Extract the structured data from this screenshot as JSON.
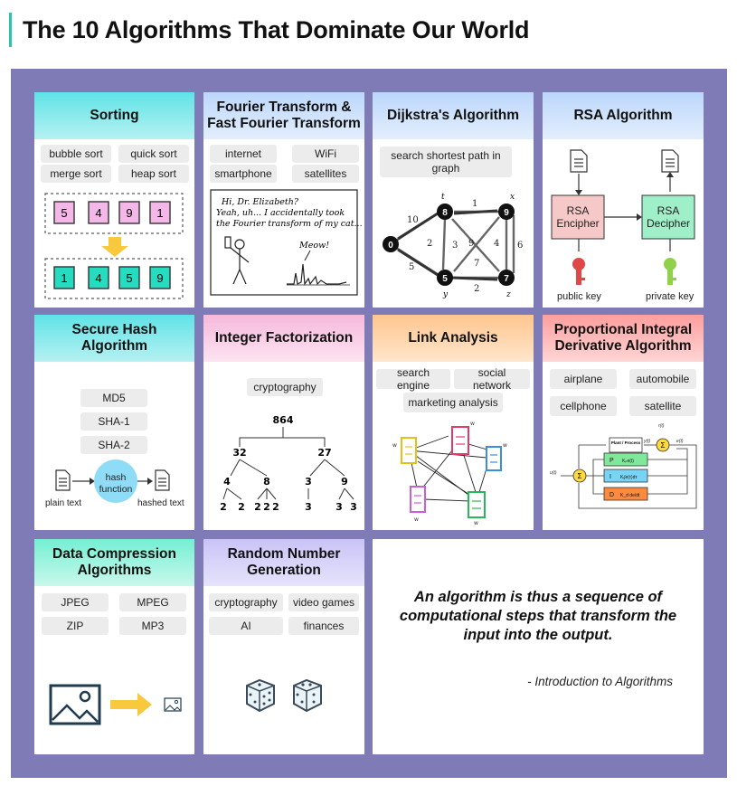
{
  "title": "The 10 Algorithms That Dominate Our World",
  "cards": {
    "sorting": {
      "title": "Sorting",
      "tags": [
        "bubble sort",
        "quick sort",
        "merge sort",
        "heap sort"
      ],
      "before": [
        "5",
        "4",
        "9",
        "1"
      ],
      "after": [
        "1",
        "4",
        "5",
        "9"
      ]
    },
    "fourier": {
      "title": "Fourier Transform & Fast Fourier Transform",
      "tags": [
        "internet",
        "WiFi",
        "smartphone",
        "satellites"
      ],
      "comic": {
        "line1": "Hi, Dr. Elizabeth?",
        "line2": "Yeah, uh... I accidentally took",
        "line3": "the Fourier transform of my cat...",
        "meow": "Meow!"
      }
    },
    "dijkstra": {
      "title": "Dijkstra's Algorithm",
      "tags": [
        "search shortest path in graph"
      ],
      "nodes": [
        "0",
        "8",
        "9",
        "5",
        "7"
      ],
      "node_letters": [
        "t",
        "x",
        "y",
        "z"
      ],
      "weights": [
        "10",
        "1",
        "2",
        "3",
        "9",
        "4",
        "6",
        "5",
        "7",
        "2"
      ]
    },
    "rsa": {
      "title": "RSA Algorithm",
      "encipher": "RSA Encipher",
      "decipher": "RSA Decipher",
      "public_key": "public key",
      "private_key": "private key"
    },
    "hash": {
      "title": "Secure Hash Algorithm",
      "tags": [
        "MD5",
        "SHA-1",
        "SHA-2"
      ],
      "function": "hash function",
      "plain": "plain text",
      "hashed": "hashed text"
    },
    "factor": {
      "title": "Integer Factorization",
      "tags": [
        "cryptography"
      ],
      "tree": {
        "root": "864",
        "level1": [
          "32",
          "27"
        ],
        "level2": [
          "4",
          "8",
          "3",
          "9"
        ],
        "leaves": [
          "2",
          "2",
          "2",
          "2",
          "2",
          "3",
          "3",
          "3"
        ]
      }
    },
    "link": {
      "title": "Link Analysis",
      "tags": [
        "search engine",
        "social network",
        "marketing analysis"
      ],
      "weight": "w"
    },
    "pid": {
      "title": "Proportional Integral Derivative Algorithm",
      "tags": [
        "airplane",
        "automobile",
        "cellphone",
        "satellite"
      ],
      "plant": "Plant / Process",
      "p": "P",
      "i": "I",
      "d": "D",
      "kp": "Kₚe(t)",
      "ki": "Kᵢ∫e(τ)dτ",
      "kd": "K_d de/dt",
      "sigma": "Σ",
      "rt": "r(t)",
      "yt": "y(t)",
      "et": "e(t)",
      "ut": "u(t)"
    },
    "compression": {
      "title": "Data Compression Algorithms",
      "tags": [
        "JPEG",
        "MPEG",
        "ZIP",
        "MP3"
      ]
    },
    "random": {
      "title": "Random Number Generation",
      "tags": [
        "cryptography",
        "video games",
        "AI",
        "finances"
      ]
    }
  },
  "quote": {
    "text": "An algorithm is thus a sequence of computational steps that transform the input into the output.",
    "source": "- Introduction to Algorithms"
  },
  "colors": {
    "board": "#7f7bb6",
    "accent": "#2ec4a6",
    "sort_before": "#f3b8e8",
    "sort_after": "#26dcc0",
    "arrow": "#f8c93c",
    "rsa_box": "#f6c8c8",
    "rsa_box2": "#9ff0c8",
    "public_key": "#e04747",
    "private_key": "#8fd24a",
    "hash_circle": "#8fdcf7"
  }
}
